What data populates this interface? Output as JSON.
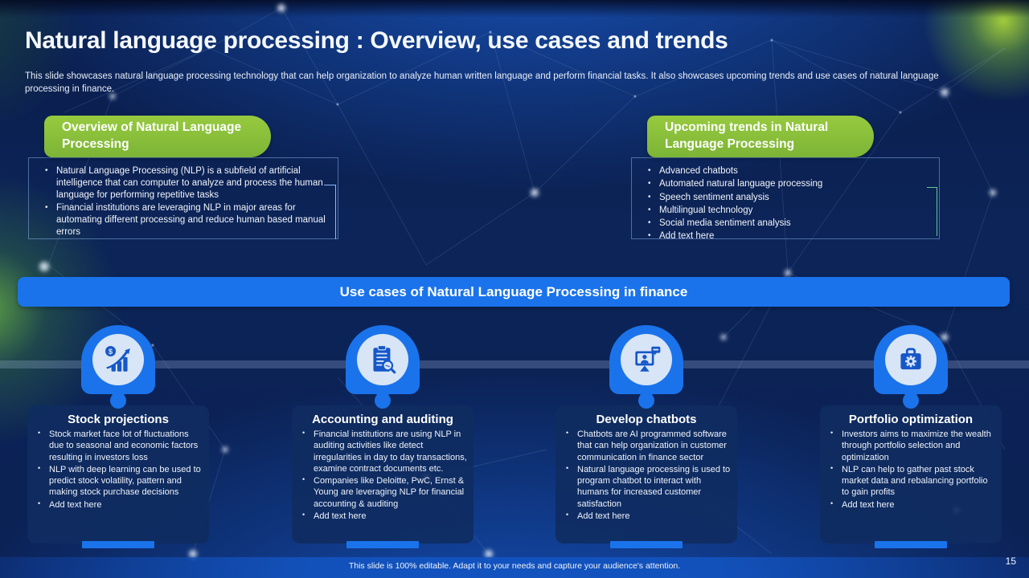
{
  "slide": {
    "title": "Natural language processing : Overview, use cases and trends",
    "subtitle": "This slide showcases natural language processing technology that can help organization to analyze  human written language and perform financial tasks. It also showcases upcoming trends and use cases of natural language processing in finance.",
    "footer": "This slide is 100% editable.  Adapt it to your needs and capture your audience's attention.",
    "page_number": "15"
  },
  "overview_section": {
    "heading": "Overview of Natural Language Processing",
    "bullets": [
      "Natural Language Processing (NLP) is a subfield of artificial intelligence that can computer to analyze  and process the human language for performing repetitive tasks",
      "Financial institutions are leveraging NLP in major areas for automating different processing and reduce human based manual errors"
    ]
  },
  "trends_section": {
    "heading": "Upcoming trends in Natural Language Processing",
    "bullets": [
      "Advanced chatbots",
      "Automated natural language processing",
      "Speech sentiment analysis",
      "Multilingual technology",
      "Social media sentiment analysis",
      "Add text here"
    ]
  },
  "banner": {
    "label": "Use cases of Natural Language Processing in finance"
  },
  "use_cases": [
    {
      "icon": "stock-growth-icon",
      "title": "Stock projections",
      "bullets": [
        "Stock market face lot of fluctuations due to seasonal and economic factors resulting in investors loss",
        "NLP with deep learning can be used to predict stock volatility, pattern and making stock purchase decisions",
        "Add text here"
      ]
    },
    {
      "icon": "audit-clipboard-icon",
      "title": "Accounting and auditing",
      "bullets": [
        "Financial institutions are using NLP in auditing activities like detect irregularities in day to day transactions, examine contract documents etc.",
        "Companies like Deloitte, PwC, Ernst & Young are leveraging NLP for financial accounting & auditing",
        "Add text here"
      ]
    },
    {
      "icon": "chatbot-monitor-icon",
      "title": "Develop chatbots",
      "bullets": [
        "Chatbots are AI  programmed software that can help organization in customer communication in finance sector",
        "Natural language processing is used to program chatbot to interact with humans for increased customer satisfaction",
        "Add text here"
      ]
    },
    {
      "icon": "briefcase-gear-icon",
      "title": "Portfolio optimization",
      "bullets": [
        "Investors aims to maximize the wealth through portfolio selection and optimization",
        "NLP can help to  gather past stock market data and rebalancing portfolio to gain profits",
        "Add text here"
      ]
    }
  ],
  "colors": {
    "accent_blue": "#1a73eb",
    "green": "#8bc43c",
    "card_navy": "#0f2c60",
    "glyph_blue": "#1657c8",
    "icon_circle_light": "#d7e5f7",
    "background_navy": "#0b2154"
  }
}
